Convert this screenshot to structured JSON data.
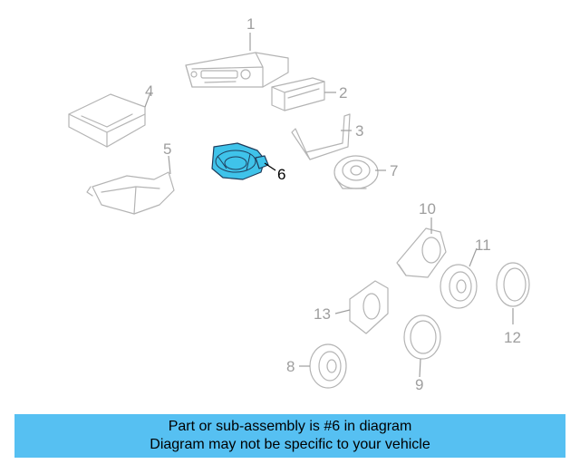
{
  "diagram": {
    "highlight_color": "#3fc3ea",
    "banner_color": "#56c0f2",
    "highlighted_part": "6",
    "callouts": [
      "1",
      "2",
      "3",
      "4",
      "5",
      "6",
      "7",
      "8",
      "9",
      "10",
      "11",
      "12",
      "13"
    ]
  },
  "banner": {
    "line1": "Part or sub-assembly is #6 in diagram",
    "line2": "Diagram may not be specific to your vehicle"
  }
}
